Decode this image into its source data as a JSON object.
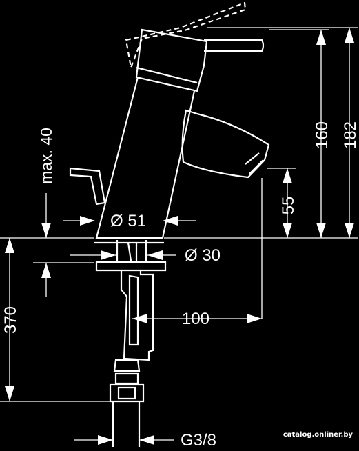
{
  "drawing": {
    "dimensions": {
      "height_total": "182",
      "height_spout": "160",
      "height_outlet": "55",
      "projection": "100",
      "body_diameter": "Ø 51",
      "hole_diameter": "Ø 30",
      "max_deck": "max. 40",
      "hose_length": "370",
      "thread": "G3/8"
    }
  },
  "watermark": "catalog.onliner.by"
}
